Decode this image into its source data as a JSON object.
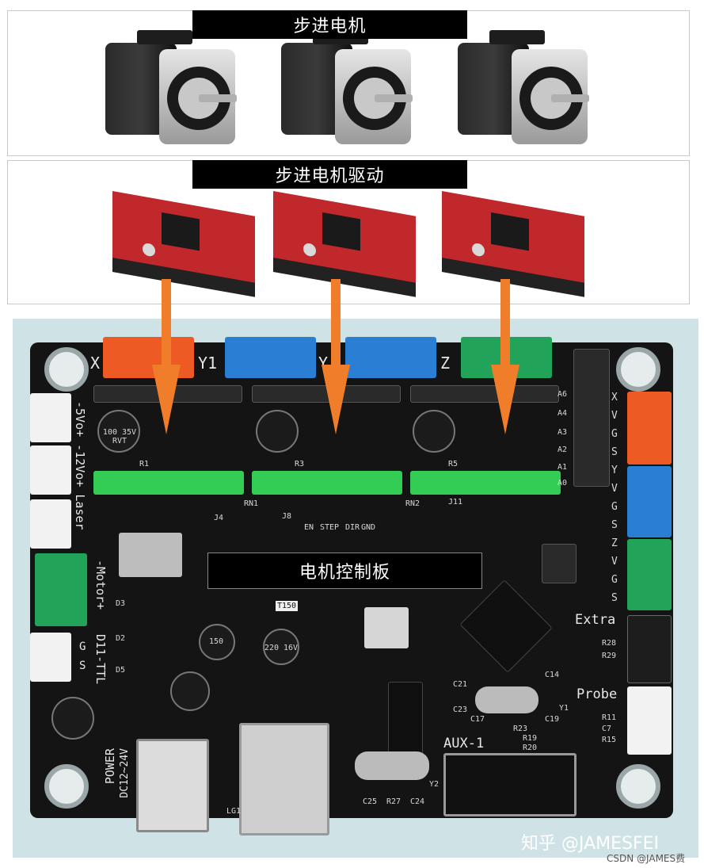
{
  "panels": {
    "motors_label": "步进电机",
    "drivers_label": "步进电机驱动",
    "board_label": "电机控制板"
  },
  "board_silkscreen": {
    "x1": "X",
    "y1": "Y1",
    "y": "Y",
    "z": "Z",
    "side_left": "-5Vo+ -12Vo+ Laser",
    "motor": "-Motor+",
    "d11": "D11-TTL",
    "g": "G",
    "s": "S",
    "extra": "Extra",
    "probe": "Probe",
    "aux": "AUX-1",
    "power": "POWER",
    "power_dc": "DC12~24V",
    "right_pins": [
      "X",
      "V",
      "G",
      "S",
      "Y",
      "V",
      "G",
      "S",
      "Z",
      "V",
      "G",
      "S"
    ],
    "cap1": "100 35V RVT",
    "cap2": "220 16V",
    "cap3": "150",
    "t150": "T150",
    "tiny": [
      "J4",
      "J8",
      "J11",
      "RN1",
      "RN2",
      "R1",
      "R3",
      "R5",
      "EN",
      "STEP",
      "DIR",
      "GND",
      "A6",
      "A4",
      "A3",
      "A2",
      "A1",
      "A0",
      "D3",
      "D2",
      "D5",
      "C21",
      "C23",
      "C14",
      "C17",
      "C19",
      "Y1",
      "Y2",
      "R23",
      "R19",
      "R20",
      "R28",
      "R29",
      "R11",
      "C7",
      "R15",
      "C25",
      "R27",
      "C24",
      "LG1"
    ]
  },
  "watermark": {
    "text": "知乎 @JAMESFEI",
    "credit": "CSDN @JAMES费"
  },
  "colors": {
    "arrow": "#ef7d2a",
    "driver_red": "#c0282c",
    "board_black": "#141414",
    "conn_orange": "#ee5a23",
    "conn_blue": "#2a7fd4",
    "conn_green": "#22a35a",
    "terminal_green": "#33cc55"
  }
}
